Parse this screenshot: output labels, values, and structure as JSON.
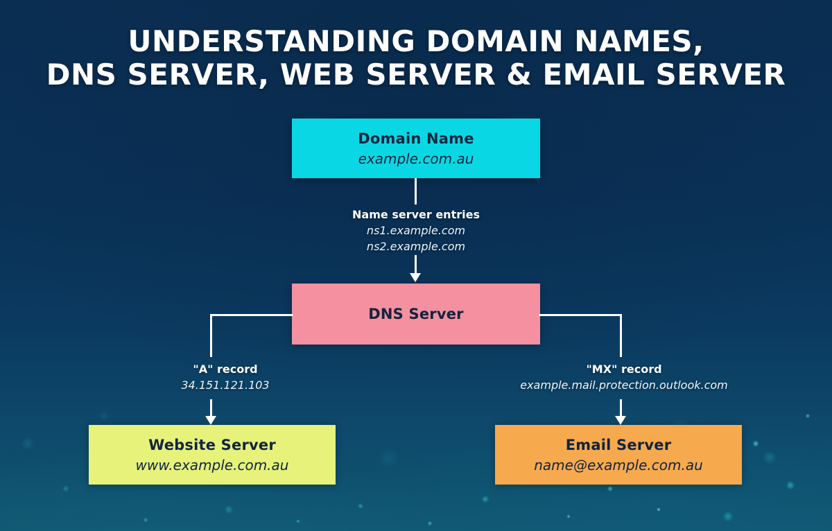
{
  "page": {
    "title_line1": "UNDERSTANDING DOMAIN NAMES,",
    "title_line2": "DNS SERVER, WEB SERVER & EMAIL SERVER"
  },
  "colors": {
    "background_top": "#0a2e52",
    "background_bottom": "#10566f",
    "domain_box": "#09D8E4",
    "dns_box": "#F4909F",
    "website_box": "#E6F27A",
    "email_box": "#F7A94E",
    "box_text": "#11243f",
    "connector": "#ffffff",
    "title_text": "#ffffff"
  },
  "nodes": {
    "domain": {
      "title": "Domain Name",
      "value": "example.com.au"
    },
    "dns": {
      "title": "DNS Server",
      "value": ""
    },
    "website": {
      "title": "Website Server",
      "value": "www.example.com.au"
    },
    "email": {
      "title": "Email Server",
      "value": "name@example.com.au"
    }
  },
  "edges": {
    "nameserver": {
      "title": "Name server entries",
      "value1": "ns1.example.com",
      "value2": "ns2.example.com"
    },
    "a_record": {
      "title": "\"A\" record",
      "value": "34.151.121.103"
    },
    "mx_record": {
      "title": "\"MX\" record",
      "value": "example.mail.protection.outlook.com"
    }
  }
}
